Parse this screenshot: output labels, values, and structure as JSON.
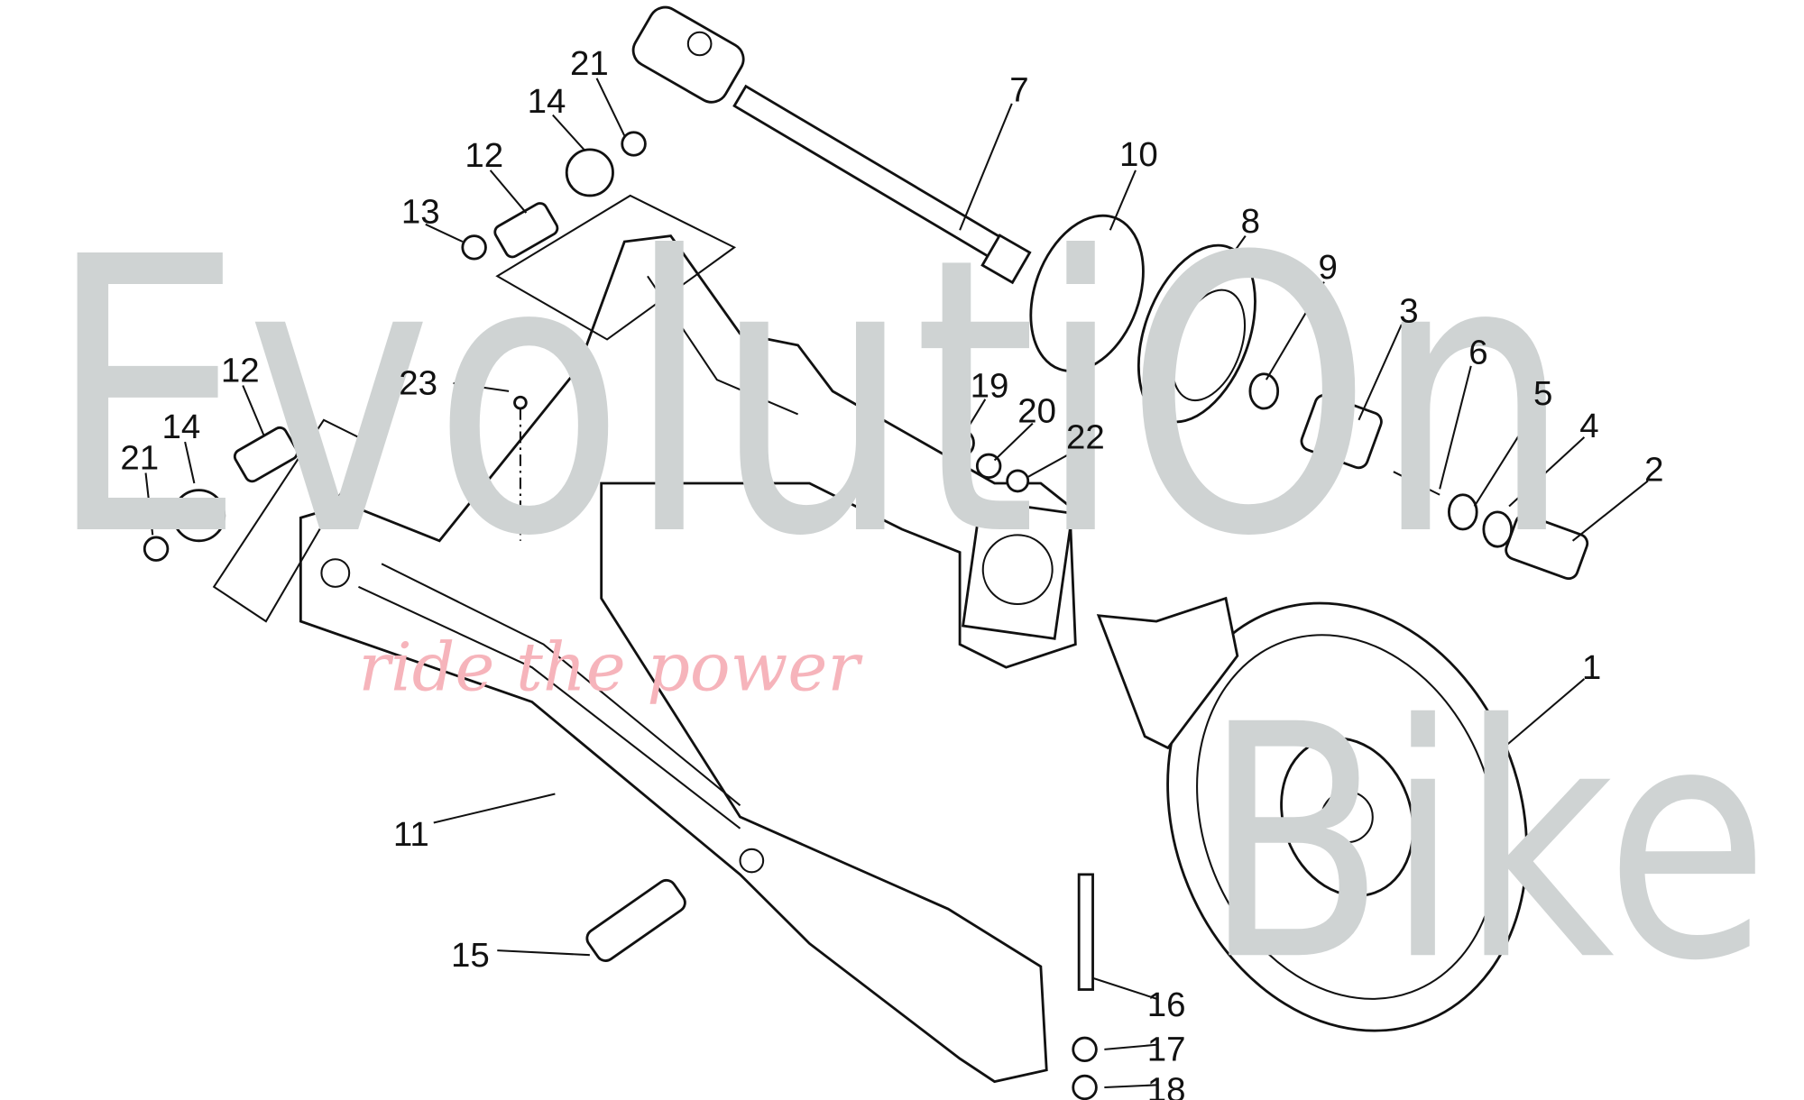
{
  "watermark": {
    "brand_top": "EvolutiOn",
    "brand_bottom": "Bike",
    "tagline": "ride the power"
  },
  "callouts": [
    {
      "label": "1",
      "part": "brake-disc-hub"
    },
    {
      "label": "2",
      "part": "splined-coupling"
    },
    {
      "label": "3",
      "part": "sleeve"
    },
    {
      "label": "4",
      "part": "washer"
    },
    {
      "label": "5",
      "part": "circlip"
    },
    {
      "label": "6",
      "part": "spring"
    },
    {
      "label": "7",
      "part": "drive-shaft"
    },
    {
      "label": "8",
      "part": "boot"
    },
    {
      "label": "9",
      "part": "o-ring"
    },
    {
      "label": "10",
      "part": "clamp"
    },
    {
      "label": "11",
      "part": "swingarm"
    },
    {
      "label": "12",
      "part": "pivot-pin"
    },
    {
      "label": "12",
      "part": "pivot-pin-left"
    },
    {
      "label": "13",
      "part": "washer"
    },
    {
      "label": "14",
      "part": "nut"
    },
    {
      "label": "14",
      "part": "nut-left"
    },
    {
      "label": "15",
      "part": "screw"
    },
    {
      "label": "16",
      "part": "bolt"
    },
    {
      "label": "17",
      "part": "washer"
    },
    {
      "label": "18",
      "part": "nut"
    },
    {
      "label": "19",
      "part": "nut"
    },
    {
      "label": "20",
      "part": "washer"
    },
    {
      "label": "21",
      "part": "cap"
    },
    {
      "label": "21",
      "part": "cap-left"
    },
    {
      "label": "22",
      "part": "washer"
    },
    {
      "label": "23",
      "part": "breather"
    }
  ]
}
